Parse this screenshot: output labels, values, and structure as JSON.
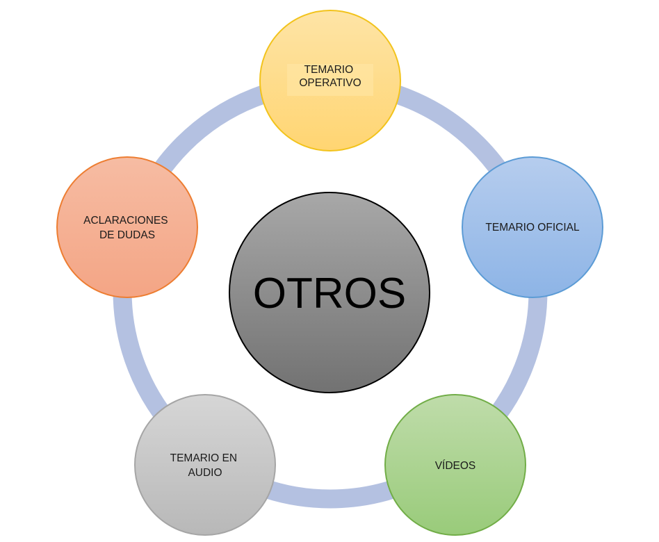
{
  "center": {
    "label": "OTROS"
  },
  "nodes": [
    {
      "lines": [
        "TEMARIO",
        "OPERATIVO"
      ]
    },
    {
      "lines": [
        "TEMARIO OFICIAL"
      ]
    },
    {
      "lines": [
        "VÍDEOS"
      ]
    },
    {
      "lines": [
        "TEMARIO EN",
        "AUDIO"
      ]
    },
    {
      "lines": [
        "ACLARACIONES",
        "DE DUDAS"
      ]
    }
  ],
  "colors": {
    "ring": "#b4c1e1",
    "center_top": "#a8a8a8",
    "center_bottom": "#727272",
    "center_stroke": "#000000",
    "node_operativo_top": "#fee4a6",
    "node_operativo_bottom": "#ffd572",
    "node_operativo_stroke": "#f2c31c",
    "node_oficial_top": "#b6cdee",
    "node_oficial_bottom": "#8db4e6",
    "node_oficial_stroke": "#5b9bd5",
    "node_videos_top": "#bfdcaa",
    "node_videos_bottom": "#99cb7a",
    "node_videos_stroke": "#71ad47",
    "node_audio_top": "#d6d6d6",
    "node_audio_bottom": "#b8b8b8",
    "node_audio_stroke": "#a5a5a5",
    "node_dudas_top": "#f6bca3",
    "node_dudas_bottom": "#f4a585",
    "node_dudas_stroke": "#ed7d31"
  }
}
